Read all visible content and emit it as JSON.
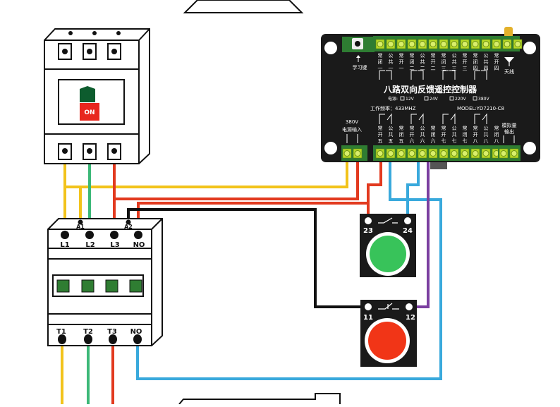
{
  "colors": {
    "yellow": "#f2c31b",
    "green": "#3cb878",
    "red": "#e23a1f",
    "black": "#111111",
    "blue": "#39a9dc",
    "purple": "#7b3fa0",
    "terminal_green": "#2f7d32",
    "lime": "#b6d926",
    "board": "#1a1a1a",
    "on_red": "#e8261e",
    "start_green": "#38c35a",
    "stop_red": "#f13517"
  },
  "breaker": {
    "switch_label": "ON",
    "icon": "circuit-breaker-icon"
  },
  "contactor": {
    "top_labels": [
      "L1",
      "L2",
      "L3",
      "NO"
    ],
    "aux_labels": [
      "A1",
      "A2"
    ],
    "bottom_labels": [
      "T1",
      "T2",
      "T3",
      "NO"
    ]
  },
  "controller": {
    "title": "八路双向反馈遥控控制器",
    "learn_key": "学习键",
    "antenna": "天线",
    "supply_label": "电源:",
    "voltages": [
      "12V",
      "24V",
      "220V",
      "380V"
    ],
    "frequency": "工作频率：433MHZ",
    "model": "MODEL:YD7210-C8",
    "power_in": [
      "380V",
      "电源输入"
    ],
    "analog_out": [
      "模拟量",
      "输出"
    ],
    "top_channels": [
      [
        "常",
        "闭",
        "一"
      ],
      [
        "公",
        "共",
        "一"
      ],
      [
        "常",
        "开",
        "一"
      ],
      [
        "常",
        "闭",
        "二"
      ],
      [
        "公",
        "共",
        "二"
      ],
      [
        "常",
        "开",
        "二"
      ],
      [
        "常",
        "闭",
        "三"
      ],
      [
        "公",
        "共",
        "三"
      ],
      [
        "常",
        "开",
        "三"
      ],
      [
        "常",
        "闭",
        "四"
      ],
      [
        "公",
        "共",
        "四"
      ],
      [
        "常",
        "开",
        "四"
      ]
    ],
    "bottom_channels": [
      [
        "常",
        "开",
        "五"
      ],
      [
        "公",
        "共",
        "五"
      ],
      [
        "常",
        "闭",
        "五"
      ],
      [
        "常",
        "开",
        "六"
      ],
      [
        "公",
        "共",
        "六"
      ],
      [
        "常",
        "闭",
        "六"
      ],
      [
        "常",
        "开",
        "七"
      ],
      [
        "公",
        "共",
        "七"
      ],
      [
        "常",
        "闭",
        "七"
      ],
      [
        "常",
        "开",
        "八"
      ],
      [
        "公",
        "共",
        "八"
      ],
      [
        "常",
        "闭",
        "八"
      ]
    ]
  },
  "start_button": {
    "left": "23",
    "right": "24"
  },
  "stop_button": {
    "left": "11",
    "right": "12"
  }
}
